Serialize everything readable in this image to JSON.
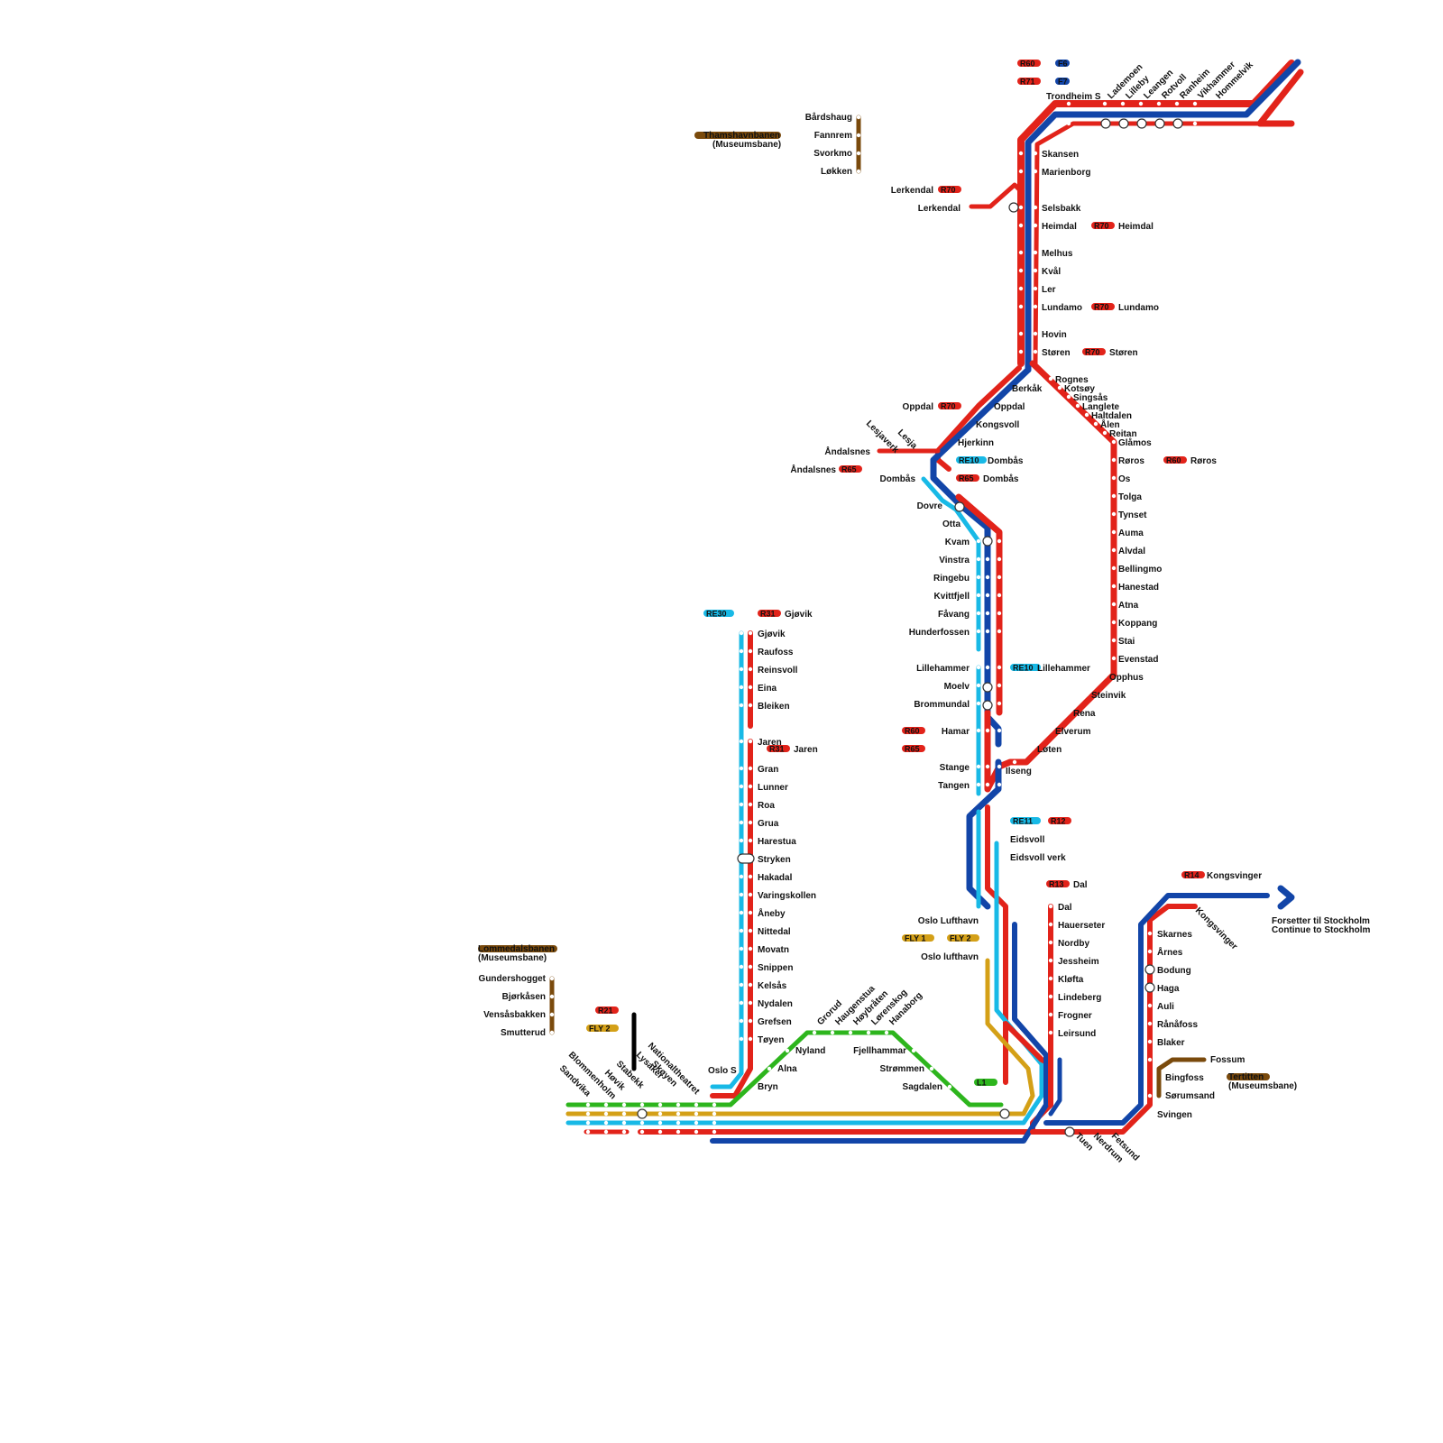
{
  "colors": {
    "red": "#e2231a",
    "blue": "#1245a8",
    "cyan": "#18b9e6",
    "green": "#2db51d",
    "gold": "#d4a017",
    "brown": "#7a4a0c",
    "black": "#000000"
  },
  "routes": {
    "r60": "R60",
    "r70": "R70",
    "r71": "R71",
    "f6": "F6",
    "f7": "F7",
    "r65": "R65",
    "r31": "R31",
    "r21": "R21",
    "r12": "R12",
    "r13": "R13",
    "r14": "R14",
    "re10": "RE10",
    "re11": "RE11",
    "re30": "RE30",
    "fly1": "FLY 1",
    "fly2": "FLY 2",
    "l1": "L1"
  },
  "heritage": {
    "thamshavn": {
      "name": "Thamshavnbanen",
      "sub": "(Museumsbane)",
      "stations": [
        "Bårdshaug",
        "Fannrem",
        "Svorkmo",
        "Løkken"
      ]
    },
    "lommedal": {
      "name": "Lommedalsbanen",
      "sub": "(Museumsbane)",
      "stations": [
        "Gundershogget",
        "Bjørkåsen",
        "Vensåsbakken",
        "Smutterud"
      ]
    },
    "tertitten": {
      "name": "Tertitten",
      "sub": "(Museumsbane)",
      "stations": [
        "Fossum",
        "Bingfoss",
        "Sørumsand"
      ]
    }
  },
  "trondheim_row": [
    "Trondheim S",
    "Lademoen",
    "Lilleby",
    "Leangen",
    "Rotvoll",
    "Ranheim",
    "Vikhammer",
    "Hommelvik"
  ],
  "dovre_upper": [
    "Skansen",
    "Marienborg",
    "Selsbakk",
    "Heimdal",
    "Melhus",
    "Kvål",
    "Ler",
    "Lundamo",
    "Hovin",
    "Støren"
  ],
  "dovre_mid": [
    "Berkåk",
    "Oppdal",
    "Kongsvoll",
    "Hjerkinn",
    "Dombås",
    "Dovre",
    "Otta"
  ],
  "gudbrandsdal": [
    "Kvam",
    "Vinstra",
    "Ringebu",
    "Kvittfjell",
    "Fåvang",
    "Hunderfossen",
    "Lillehammer",
    "Moelv",
    "Brommundal",
    "Hamar",
    "Stange",
    "Tangen"
  ],
  "roros": [
    "Rognes",
    "Kotsøy",
    "Singsås",
    "Langlete",
    "Haltdalen",
    "Ålen",
    "Reitan",
    "Glåmos",
    "Røros",
    "Os",
    "Tolga",
    "Tynset",
    "Auma",
    "Alvdal",
    "Bellingmo",
    "Hanestad",
    "Atna",
    "Koppang",
    "Stai",
    "Evenstad",
    "Opphus",
    "Steinvik",
    "Rena",
    "Elverum",
    "Løten",
    "Ilseng"
  ],
  "gjovik": [
    "Gjøvik",
    "Raufoss",
    "Reinsvoll",
    "Eina",
    "Bleiken",
    "Jaren",
    "Gran",
    "Lunner",
    "Roa",
    "Grua",
    "Harestua",
    "Stryken",
    "Hakadal",
    "Varingskollen",
    "Åneby",
    "Nittedal",
    "Movatn",
    "Snippen",
    "Kelsås",
    "Nydalen",
    "Grefsen",
    "Tøyen"
  ],
  "eidsvoll": [
    "Eidsvoll",
    "Eidsvoll verk"
  ],
  "airport": [
    "Oslo Lufthavn",
    "Oslo lufthavn"
  ],
  "r13": [
    "Dal",
    "Hauerseter",
    "Nordby",
    "Jessheim",
    "Kløfta",
    "Lindeberg",
    "Frogner",
    "Leirsund"
  ],
  "r14": [
    "Skarnes",
    "Årnes",
    "Bodung",
    "Haga",
    "Auli",
    "Rånåfoss",
    "Blaker",
    "Svingen",
    "Kongsvinger"
  ],
  "east_bottom": [
    "Tuen",
    "Nerdrum",
    "Fetsund"
  ],
  "west": [
    "Sandvika",
    "Blommenholm",
    "Høvik",
    "Stabekk",
    "Lysaker",
    "Skøyen",
    "Nationaltheatret"
  ],
  "groruddal": [
    "Nyland",
    "Alna",
    "Bryn",
    "Grorud",
    "Haugenstua",
    "Høybråten",
    "Lørenskog",
    "Hanaborg",
    "Fjellhammar",
    "Strømmen",
    "Sagdalen"
  ],
  "misc": {
    "oslo_s": "Oslo S",
    "lerkendal": "Lerkendal",
    "andalsnes": "Åndalsnes",
    "lesjaverk": "Lesjaverk",
    "lesja": "Lesja",
    "heimdal": "Heimdal",
    "lundamo": "Lundamo",
    "storen": "Støren",
    "oppdal": "Oppdal",
    "dombas": "Dombås",
    "roros": "Røros",
    "lillehammer": "Lillehammer",
    "gjovik": "Gjøvik",
    "jaren": "Jaren",
    "kongsvinger": "Kongsvinger",
    "dal": "Dal",
    "stockholm1": "Forsetter til Stockholm",
    "stockholm2": "Continue to Stockholm"
  }
}
